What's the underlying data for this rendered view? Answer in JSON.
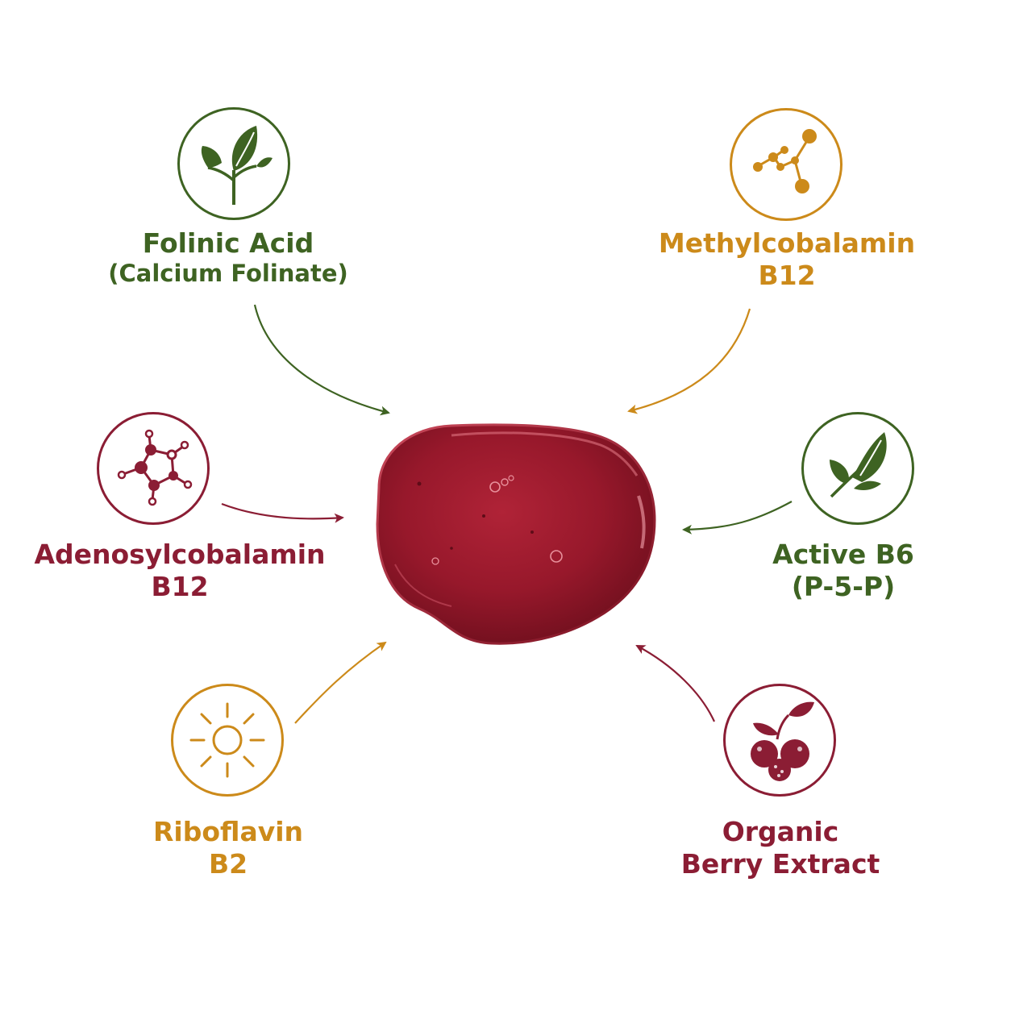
{
  "center": {
    "name": "liquid-drop"
  },
  "colors": {
    "green": "#3e6322",
    "gold": "#cc8a1a",
    "wine": "#8b1d34",
    "drop": "#9b1a2c"
  },
  "ingredients": [
    {
      "id": "folinic-acid",
      "line1": "Folinic Acid",
      "line2": "(Calcium Folinate)",
      "icon": "leaf-sprout-icon",
      "color": "green"
    },
    {
      "id": "methylcobalamin",
      "line1": "Methylcobalamin",
      "line2": "B12",
      "icon": "molecule-chain-icon",
      "color": "gold"
    },
    {
      "id": "adenosylcobalamin",
      "line1": "Adenosylcobalamin",
      "line2": "B12",
      "icon": "molecule-ring-icon",
      "color": "wine"
    },
    {
      "id": "active-b6",
      "line1": "Active B6",
      "line2": "(P-5-P)",
      "icon": "leaf-icon",
      "color": "green"
    },
    {
      "id": "riboflavin",
      "line1": "Riboflavin",
      "line2": "B2",
      "icon": "sun-icon",
      "color": "gold"
    },
    {
      "id": "berry-extract",
      "line1": "Organic",
      "line2": "Berry Extract",
      "icon": "berries-icon",
      "color": "wine"
    }
  ]
}
